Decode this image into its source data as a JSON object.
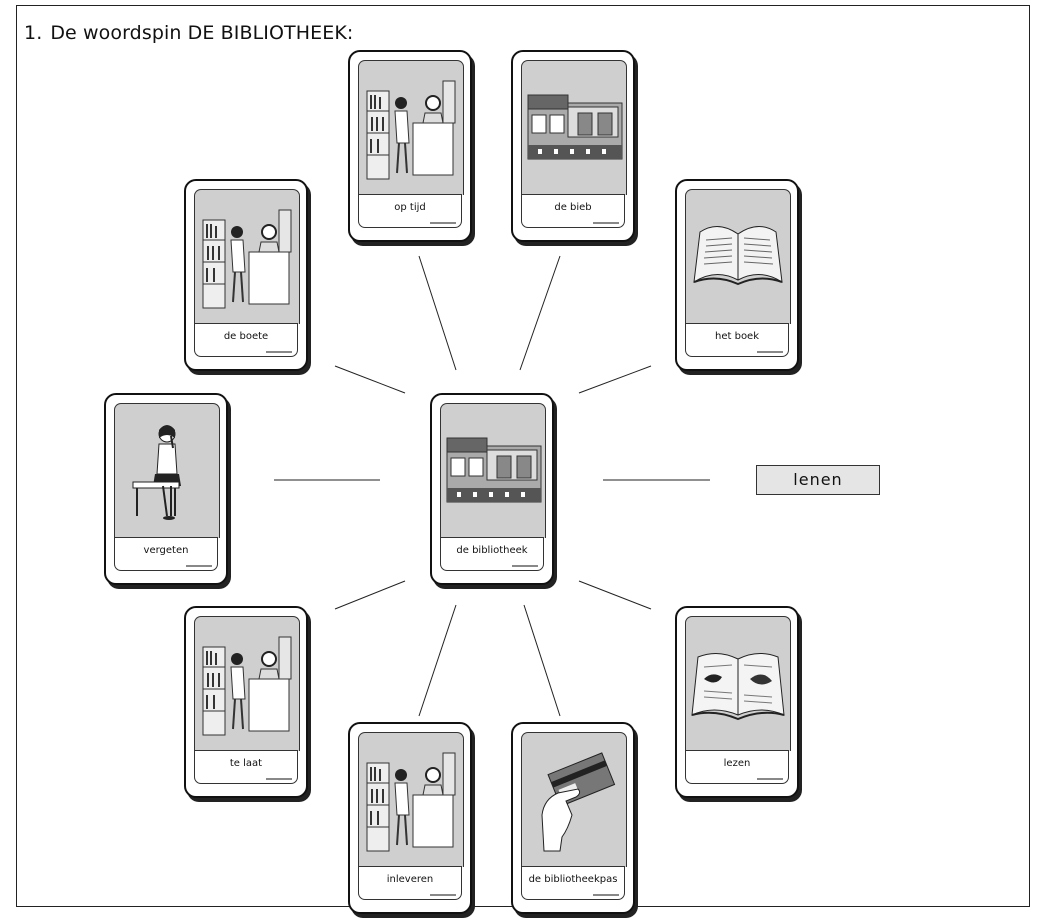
{
  "exercise": {
    "number": "1.",
    "title": "De woordspin DE BIBLIOTHEEK:"
  },
  "center_card": {
    "label": "de bibliotheek",
    "icon": "library-building-icon"
  },
  "cards": [
    {
      "label": "op tijd",
      "icon": "library-desk-icon"
    },
    {
      "label": "de bieb",
      "icon": "library-building-icon"
    },
    {
      "label": "de boete",
      "icon": "library-desk-icon"
    },
    {
      "label": "het boek",
      "icon": "open-book-icon"
    },
    {
      "label": "vergeten",
      "icon": "thinking-girl-icon"
    },
    {
      "label": "te laat",
      "icon": "library-desk-icon"
    },
    {
      "label": "inleveren",
      "icon": "library-desk-icon"
    },
    {
      "label": "de bibliotheekpas",
      "icon": "library-card-hand-icon"
    },
    {
      "label": "lezen",
      "icon": "open-book-icon"
    }
  ],
  "answer_box": {
    "label": "lenen"
  },
  "colors": {
    "card_border": "#111111",
    "picture_bg": "#cfcfcf",
    "answer_bg": "#e5e5e5"
  }
}
